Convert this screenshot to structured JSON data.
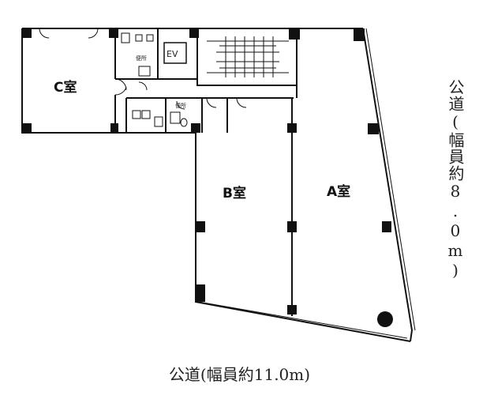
{
  "rooms": {
    "a": "A室",
    "b": "B室",
    "c": "C室"
  },
  "ev_label": "EV",
  "toilet_label": "便所",
  "roads": {
    "bottom": "公道(幅員約11.0m)",
    "right": "公道(幅員約8.0m)"
  },
  "colors": {
    "wall": "#111111",
    "background": "#ffffff"
  }
}
